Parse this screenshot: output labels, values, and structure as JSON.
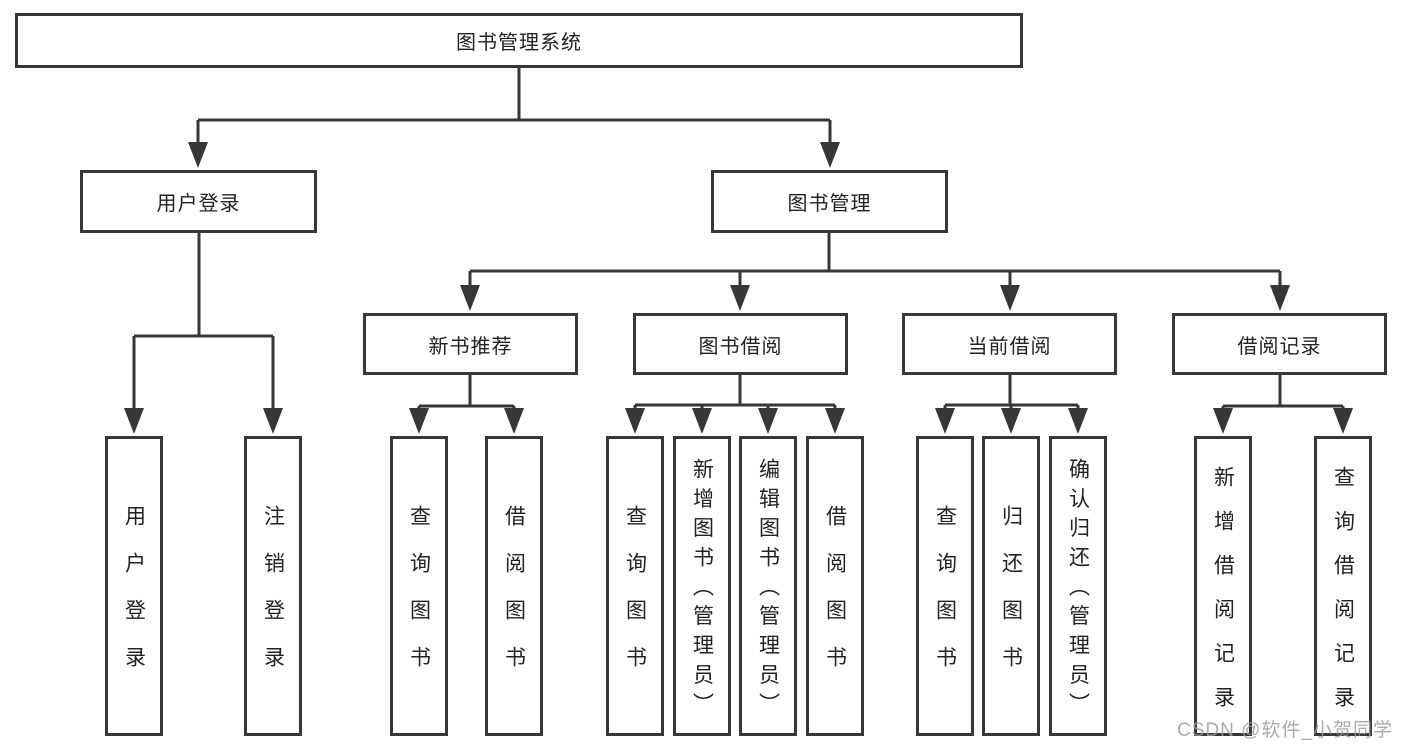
{
  "diagram": {
    "title": "图书管理系统",
    "type": "hierarchy-tree",
    "colors": {
      "line": "#373737",
      "box_border": "#373737",
      "box_fill": "#ffffff",
      "text": "#222222",
      "watermark": "#9b9b9b",
      "background": "#ffffff"
    },
    "tree": {
      "label": "图书管理系统",
      "children": [
        {
          "label": "用户登录",
          "children": [
            {
              "label": "用户登录"
            },
            {
              "label": "注销登录"
            }
          ]
        },
        {
          "label": "图书管理",
          "children": [
            {
              "label": "新书推荐",
              "children": [
                {
                  "label": "查询图书"
                },
                {
                  "label": "借阅图书"
                }
              ]
            },
            {
              "label": "图书借阅",
              "children": [
                {
                  "label": "查询图书"
                },
                {
                  "label": "新增图书（管理员）"
                },
                {
                  "label": "编辑图书（管理员）"
                },
                {
                  "label": "借阅图书"
                }
              ]
            },
            {
              "label": "当前借阅",
              "children": [
                {
                  "label": "查询图书"
                },
                {
                  "label": "归还图书"
                },
                {
                  "label": "确认归还（管理员）"
                }
              ]
            },
            {
              "label": "借阅记录",
              "children": [
                {
                  "label": "新增借阅记录"
                },
                {
                  "label": "查询借阅记录"
                }
              ]
            }
          ]
        }
      ]
    },
    "watermark": "CSDN @软件_小贺同学"
  }
}
